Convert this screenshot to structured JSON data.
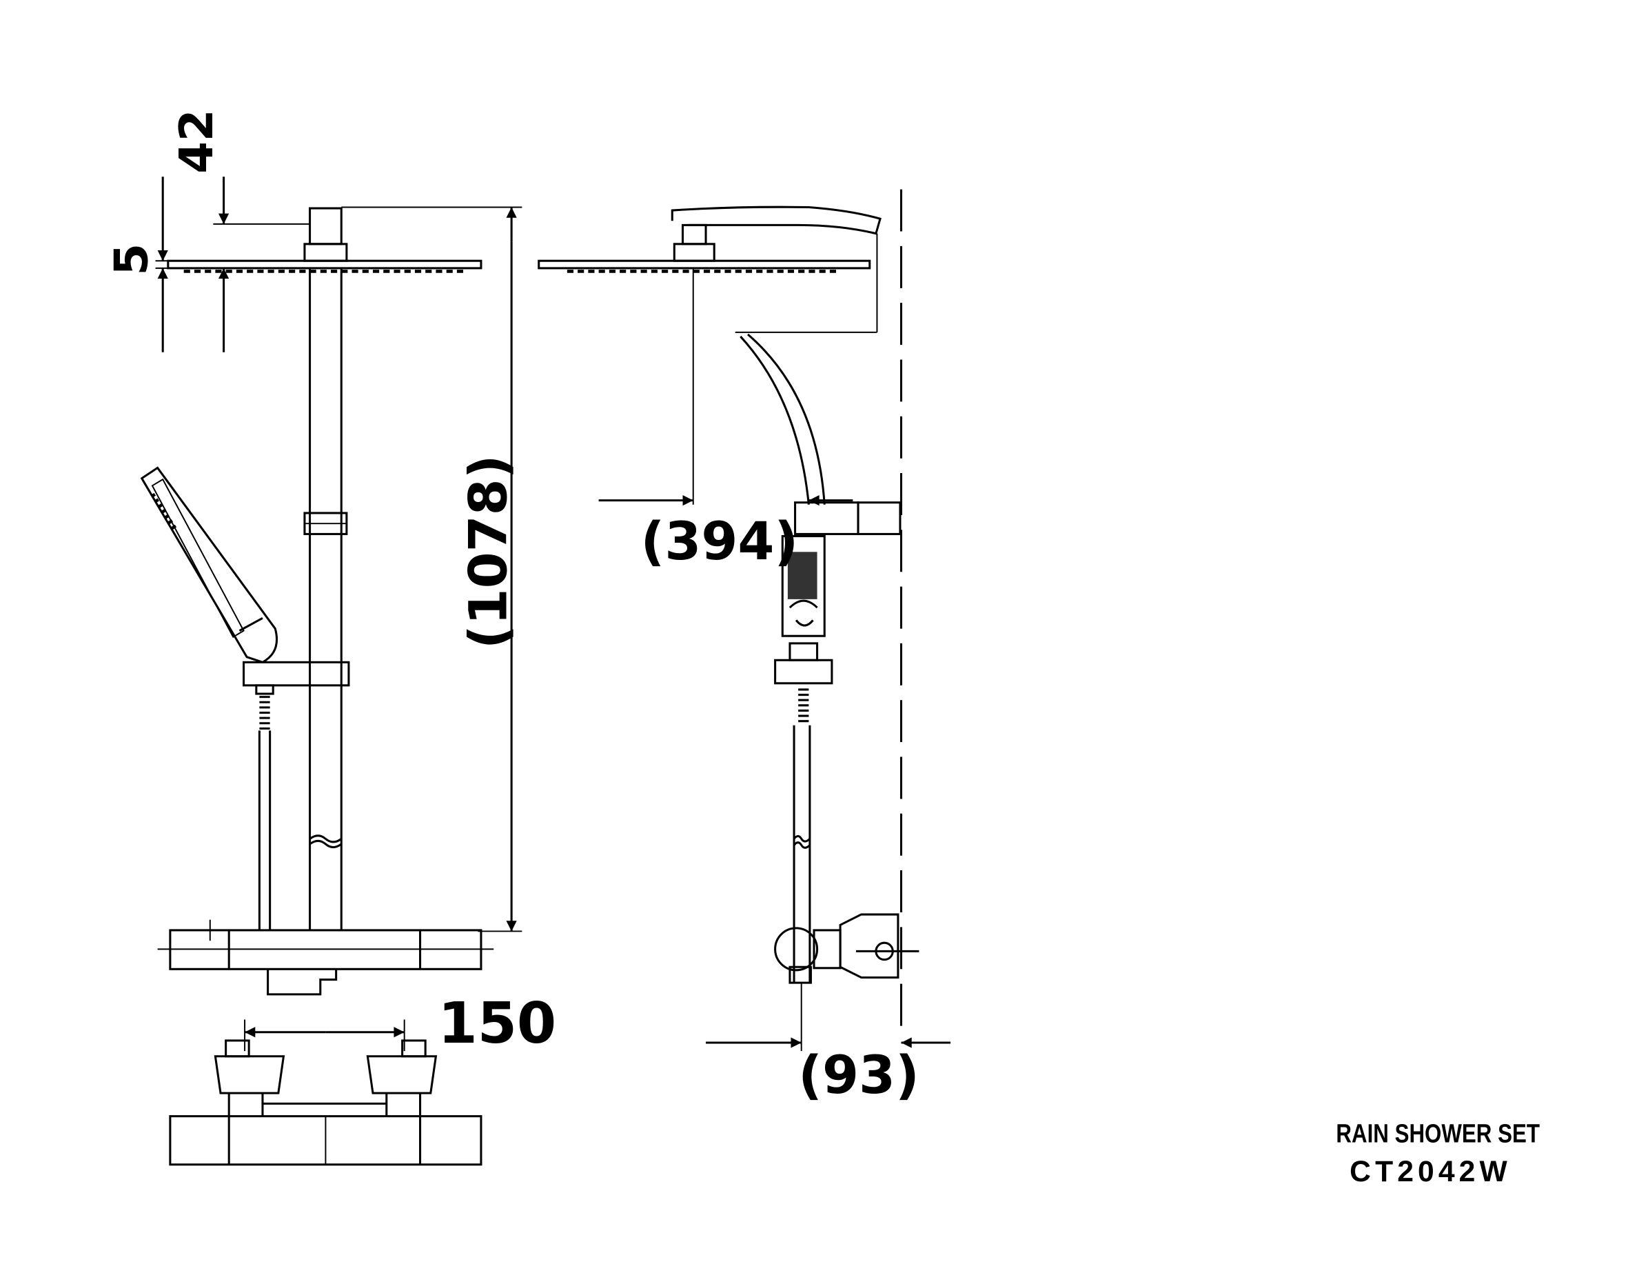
{
  "dimensions": {
    "head_thickness": "5",
    "arm_height": "42",
    "total_height": "(1078)",
    "arm_reach": "(394)",
    "inlet_spacing": "150",
    "wall_offset": "(93)"
  },
  "title_block": {
    "product_name": "RAIN SHOWER SET",
    "model": "CT2042W"
  }
}
